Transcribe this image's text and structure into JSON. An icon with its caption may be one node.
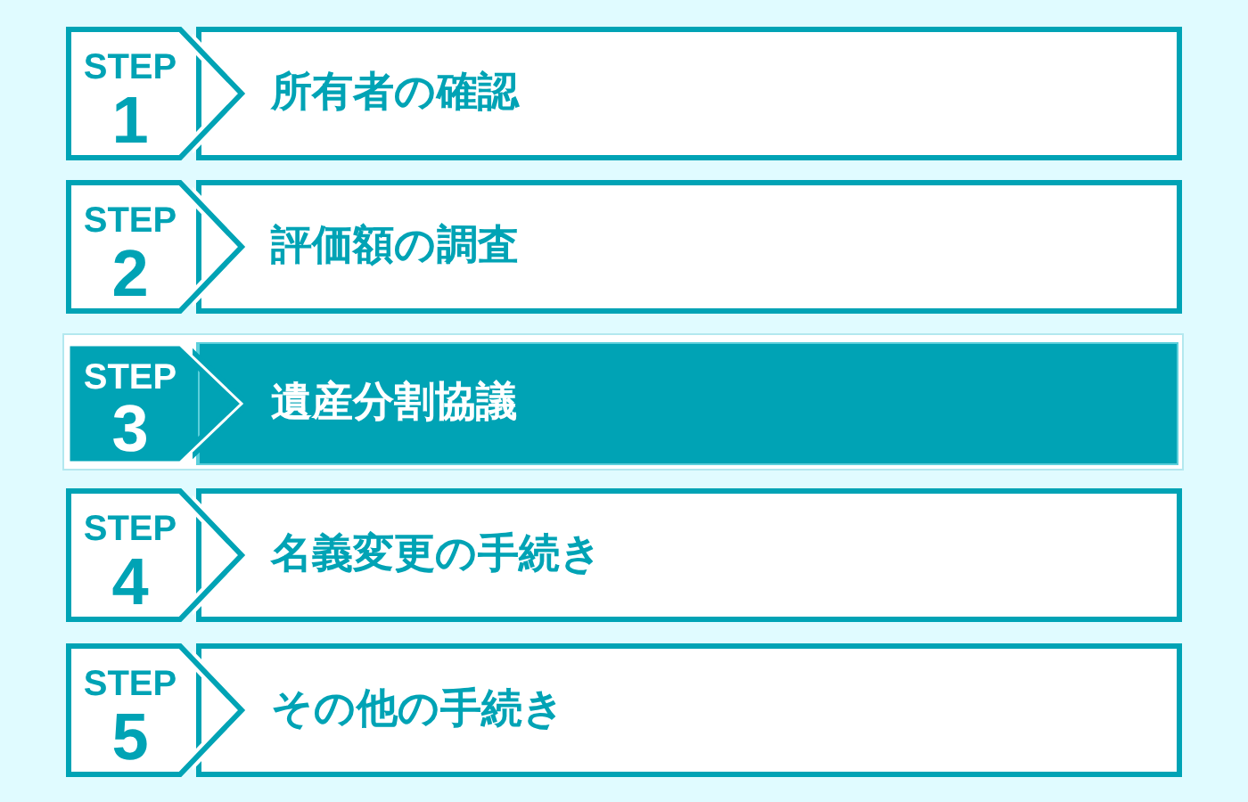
{
  "diagram": {
    "nodes": [
      {
        "text": [
          "STEP",
          "1"
        ]
      },
      {
        "text": [
          "所有者の確認"
        ]
      },
      {
        "text": [
          "STEP",
          "2"
        ]
      },
      {
        "text": [
          "評価額の調査"
        ]
      },
      {
        "text": [],
        "shape": "box"
      },
      {
        "text": [
          "STEP",
          "3"
        ],
        "in": 4
      },
      {
        "text": [
          "遺産分割協議"
        ],
        "in": 4
      },
      {
        "text": [
          "STEP",
          "4"
        ]
      },
      {
        "text": [
          "名義変更の手続き"
        ]
      },
      {
        "text": [
          "STEP",
          "5"
        ]
      },
      {
        "text": [
          "その他の手続き"
        ]
      }
    ]
  }
}
